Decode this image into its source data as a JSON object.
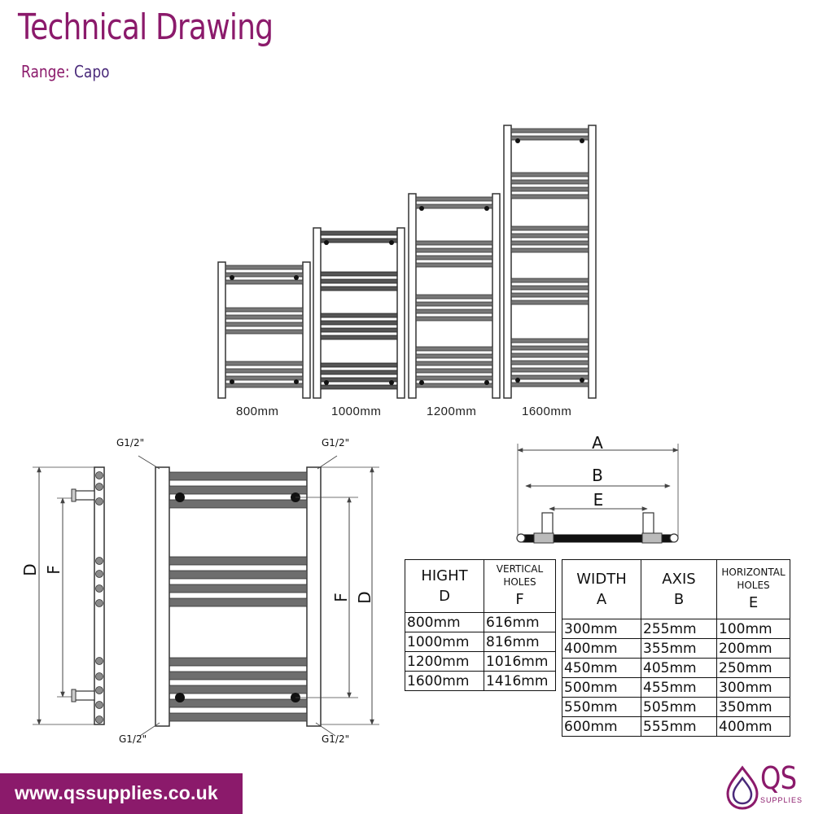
{
  "header": {
    "title": "Technical Drawing",
    "range_label": "Range:",
    "range_value": "Capo"
  },
  "sizes": [
    "800mm",
    "1000mm",
    "1200mm",
    "1600mm"
  ],
  "side_view": {
    "dim_d": "D",
    "dim_f": "F"
  },
  "front_view": {
    "connector_labels": [
      "G1/2\"",
      "G1/2\"",
      "G1/2\"",
      "G1/2\""
    ],
    "dim_f": "F",
    "dim_d": "D"
  },
  "top_view": {
    "dim_a": "A",
    "dim_b": "B",
    "dim_e": "E"
  },
  "height_table": {
    "headers": [
      {
        "line1": "HIGHT",
        "line2": "D"
      },
      {
        "line1": "VERTICAL",
        "line2": "HOLES",
        "line3": "F"
      }
    ],
    "rows": [
      [
        "800mm",
        "616mm"
      ],
      [
        "1000mm",
        "816mm"
      ],
      [
        "1200mm",
        "1016mm"
      ],
      [
        "1600mm",
        "1416mm"
      ]
    ]
  },
  "width_table": {
    "headers": [
      {
        "line1": "WIDTH",
        "line2": "A"
      },
      {
        "line1": "AXIS",
        "line2": "B"
      },
      {
        "line1": "HORIZONTAL",
        "line2": "HOLES",
        "line3": "E"
      }
    ],
    "rows": [
      [
        "300mm",
        "255mm",
        "100mm"
      ],
      [
        "400mm",
        "355mm",
        "200mm"
      ],
      [
        "450mm",
        "405mm",
        "250mm"
      ],
      [
        "500mm",
        "455mm",
        "300mm"
      ],
      [
        "550mm",
        "505mm",
        "350mm"
      ],
      [
        "600mm",
        "555mm",
        "400mm"
      ]
    ]
  },
  "footer": {
    "url": "www.qssupplies.co.uk"
  },
  "logo": {
    "text": "QS",
    "subtext": "SUPPLIES"
  },
  "colors": {
    "brand": "#8b1a6b",
    "bar": "#6e6e6e",
    "frame": "#333333"
  }
}
